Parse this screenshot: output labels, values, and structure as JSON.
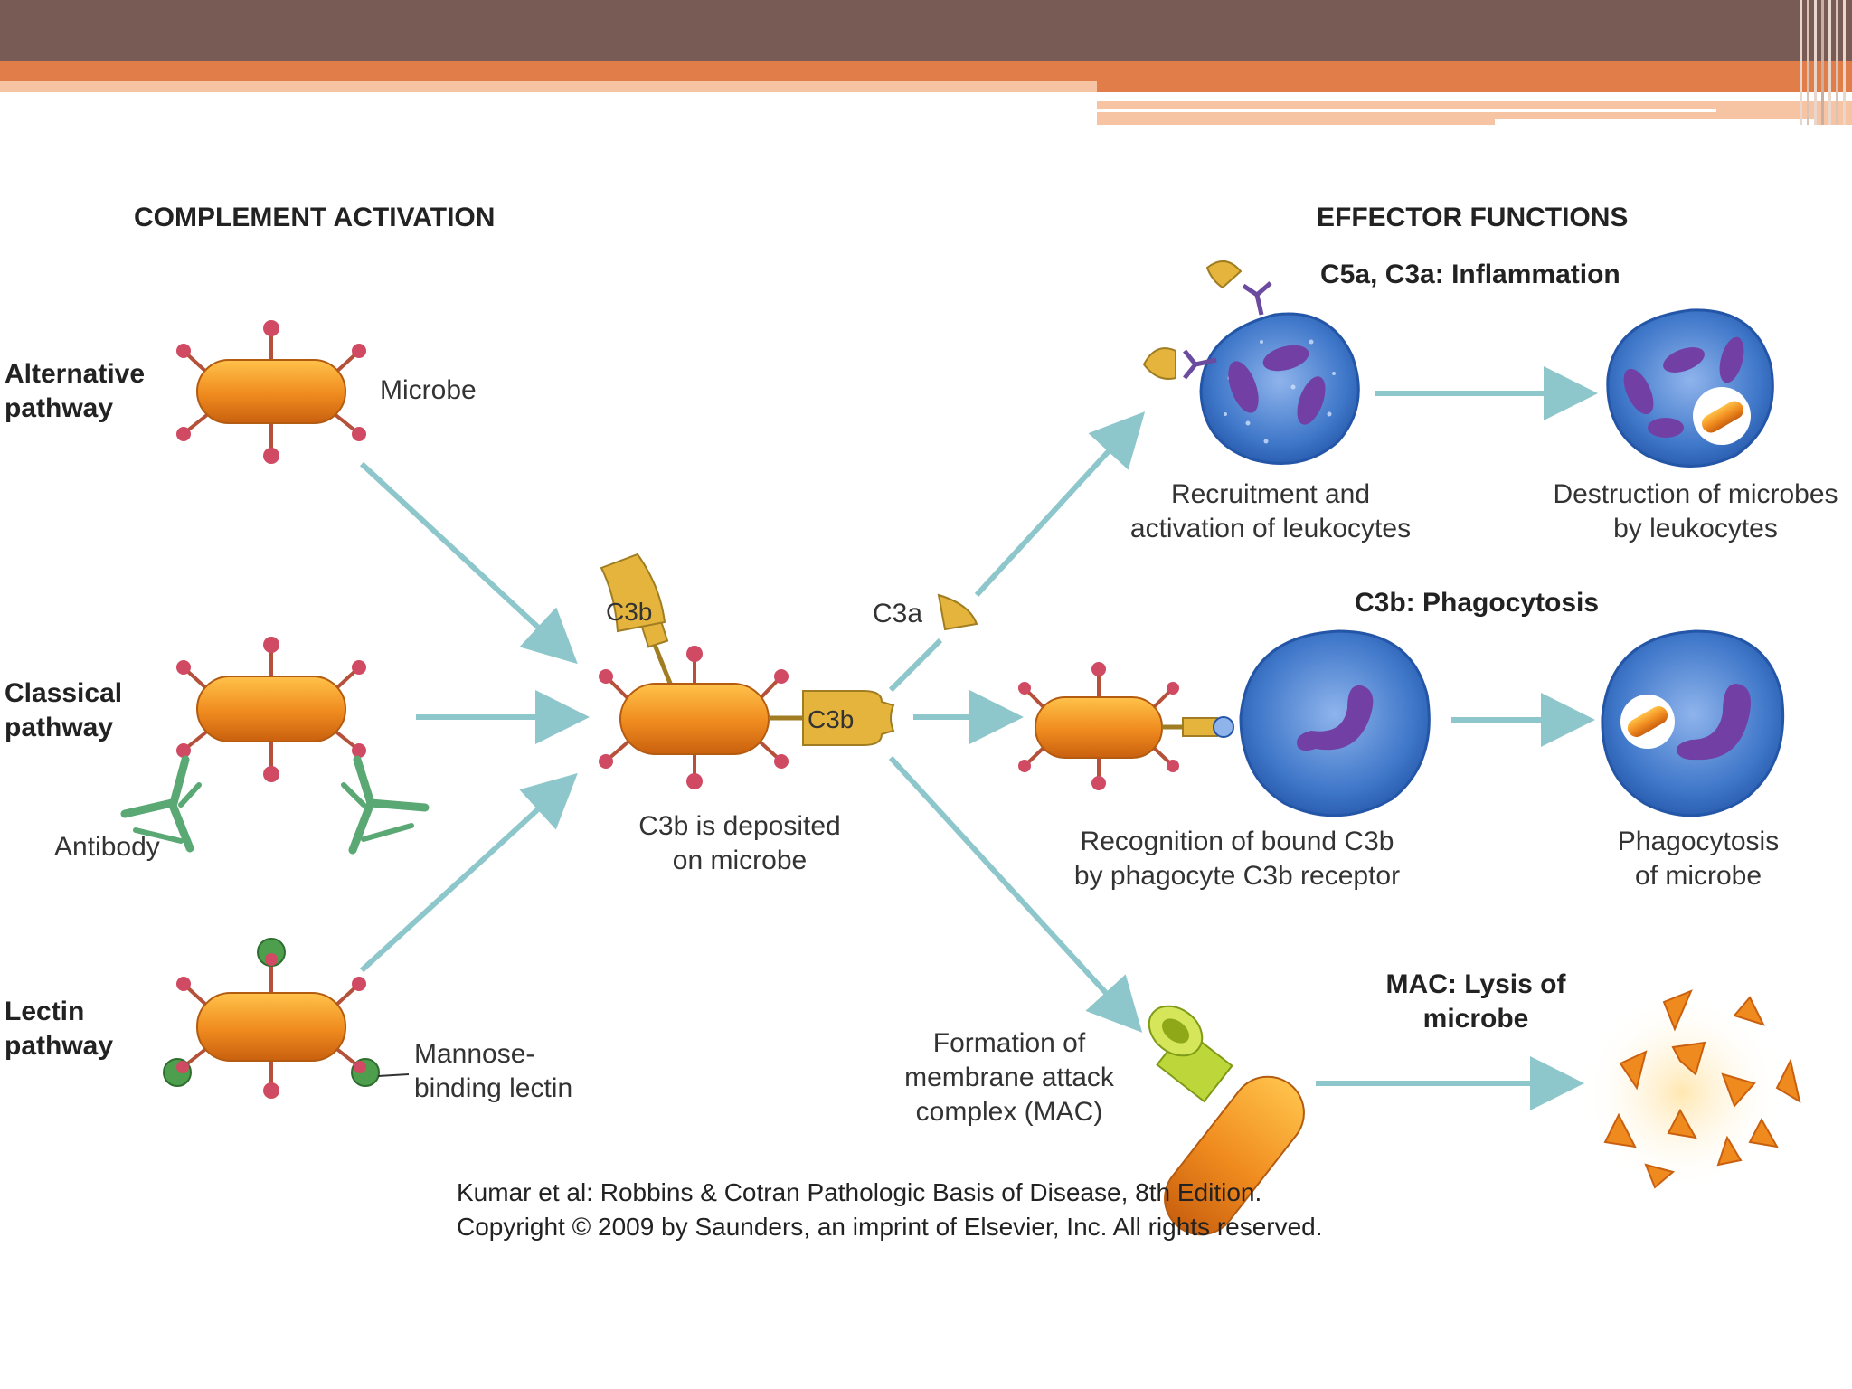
{
  "header_bands": {
    "dark": "#775b54",
    "orange": "#e07d48",
    "light": "#f6c3a3"
  },
  "diagram": {
    "left_title": "COMPLEMENT ACTIVATION",
    "right_title": "EFFECTOR FUNCTIONS",
    "pathways": {
      "alternative": [
        "Alternative",
        "pathway"
      ],
      "classical": [
        "Classical",
        "pathway"
      ],
      "lectin": [
        "Lectin",
        "pathway"
      ]
    },
    "labels": {
      "microbe": "Microbe",
      "antibody": "Antibody",
      "mannose": [
        "Mannose-",
        "binding lectin"
      ],
      "deposited": [
        "C3b is deposited",
        "on microbe"
      ],
      "c3b": "C3b",
      "c3a": "C3a"
    },
    "effectors": {
      "inflammation_title": "C5a, C3a: Inflammation",
      "recruitment": [
        "Recruitment and",
        "activation of leukocytes"
      ],
      "destruction": [
        "Destruction of microbes",
        "by leukocytes"
      ],
      "phago_title": "C3b: Phagocytosis",
      "recognition": [
        "Recognition of bound C3b",
        "by phagocyte C3b receptor"
      ],
      "phagocytosis": [
        "Phagocytosis",
        "of microbe"
      ],
      "mac_title": [
        "MAC: Lysis of",
        "microbe"
      ],
      "formation": [
        "Formation of",
        "membrane attack",
        "complex (MAC)"
      ]
    },
    "citation": [
      "Kumar et al: Robbins & Cotran Pathologic Basis of Disease, 8th Edition.",
      "Copyright © 2009 by Saunders, an imprint of Elsevier, Inc. All rights reserved."
    ],
    "colors": {
      "microbe": "#ef8a1e",
      "arrow": "#8ec7cb",
      "c3b": "#e5b43c",
      "cell": "#3f77c9",
      "nucleus": "#7240a4",
      "antibody": "#6fbf87",
      "knob": "#cf4a62",
      "mbl": "#4e9f4d"
    }
  }
}
